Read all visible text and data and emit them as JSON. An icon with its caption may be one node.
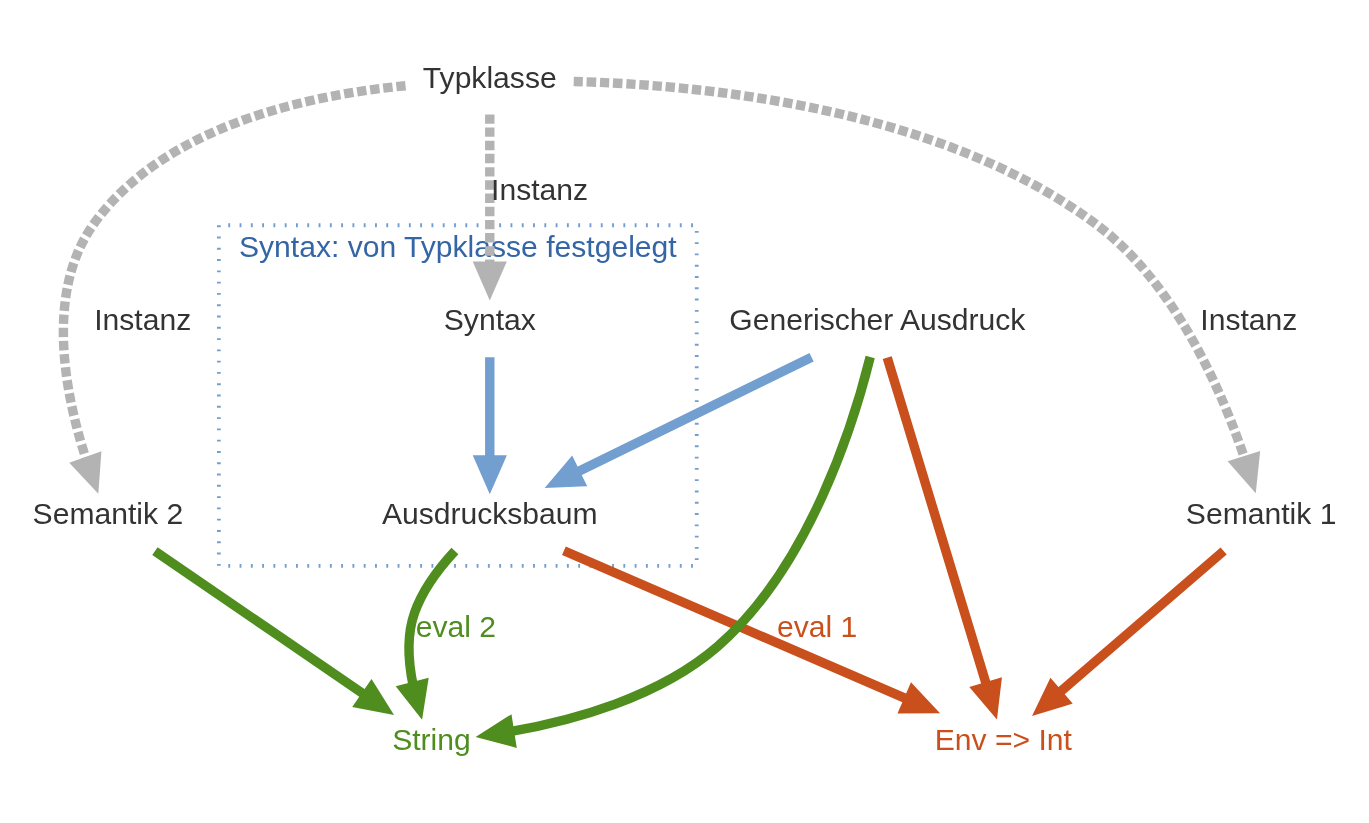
{
  "diagram": {
    "nodes": [
      {
        "text": [
          "Typklasse"
        ]
      },
      {
        "text": [
          "Syntax: von Typklasse festgelegt"
        ]
      },
      {
        "text": [
          "Syntax"
        ],
        "in": 1
      },
      {
        "text": [
          "Generischer Ausdruck"
        ]
      },
      {
        "text": [
          "Semantik 1"
        ]
      },
      {
        "text": [
          "Semantik 2"
        ]
      },
      {
        "text": [
          "String"
        ]
      },
      {
        "text": [
          "Ausdrucksbaum"
        ],
        "in": 1
      },
      {
        "text": [
          "Env => Int"
        ]
      }
    ],
    "edges": [
      {
        "from": 0,
        "to": 2,
        "arrow": "to",
        "label": "Instanz",
        "style": "dashed",
        "color": "#b3b3b3"
      },
      {
        "from": 0,
        "to": 4,
        "arrow": "to",
        "label": "Instanz",
        "style": "dashed",
        "color": "#b3b3b3"
      },
      {
        "from": 0,
        "to": 5,
        "arrow": "to",
        "label": "Instanz",
        "style": "dashed",
        "color": "#b3b3b3"
      },
      {
        "from": 2,
        "to": 7,
        "arrow": "to",
        "color": "#729fcf"
      },
      {
        "from": 3,
        "to": 7,
        "arrow": "to",
        "color": "#729fcf"
      },
      {
        "from": 3,
        "to": 8,
        "arrow": "to",
        "color": "#c9501c"
      },
      {
        "from": 3,
        "to": 6,
        "arrow": "to",
        "color": "#4e8d1e"
      },
      {
        "from": 4,
        "to": 8,
        "arrow": "to",
        "color": "#c9501c"
      },
      {
        "from": 5,
        "to": 6,
        "arrow": "to",
        "color": "#4e8d1e"
      },
      {
        "from": 7,
        "to": 6,
        "arrow": "to",
        "label": "eval 2",
        "color": "#4e8d1e"
      },
      {
        "from": 7,
        "to": 8,
        "arrow": "to",
        "label": "eval 1",
        "color": "#c9501c"
      }
    ]
  }
}
